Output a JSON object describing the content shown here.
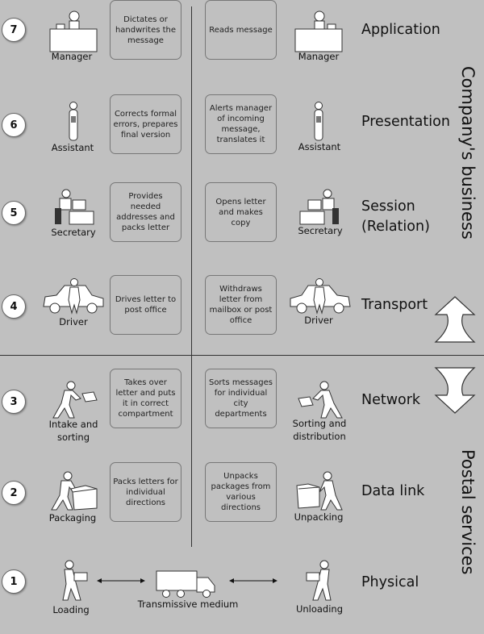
{
  "layers": [
    {
      "number": "7",
      "name": "Application",
      "left_box": "Dictates or handwrites the message",
      "right_box": "Reads message",
      "left_label": "Manager",
      "right_label": "Manager"
    },
    {
      "number": "6",
      "name": "Presentation",
      "left_box": "Corrects formal errors, prepares final version",
      "right_box": "Alerts manager of incoming message, translates it",
      "left_label": "Assistant",
      "right_label": "Assistant"
    },
    {
      "number": "5",
      "name_line1": "Session",
      "name_line2": "(Relation)",
      "left_box": "Provides needed addresses and packs letter",
      "right_box": "Opens letter and makes copy",
      "left_label": "Secretary",
      "right_label": "Secretary"
    },
    {
      "number": "4",
      "name": "Transport",
      "left_box": "Drives letter to post office",
      "right_box": "Withdraws letter from mailbox or post office",
      "left_label": "Driver",
      "right_label": "Driver"
    },
    {
      "number": "3",
      "name": "Network",
      "left_box": "Takes over letter and puts it in correct compartment",
      "right_box": "Sorts messages for individual city departments",
      "left_label_line1": "Intake and",
      "left_label_line2": "sorting",
      "right_label_line1": "Sorting and",
      "right_label_line2": "distribution"
    },
    {
      "number": "2",
      "name": "Data link",
      "left_box": "Packs letters for individual directions",
      "right_box": "Unpacks packages from various directions",
      "left_label": "Packaging",
      "right_label": "Unpacking"
    },
    {
      "number": "1",
      "name": "Physical",
      "left_label": "Loading",
      "center_label": "Transmissive medium",
      "right_label": "Unloading"
    }
  ],
  "side_labels": {
    "upper": "Company's business",
    "lower": "Postal services"
  },
  "icons": [
    "desk-phone-icon",
    "standing-person-icon",
    "computer-desk-icon",
    "car-icon",
    "person-with-box-icon",
    "box-icon",
    "truck-icon",
    "double-arrow-icon",
    "up-arrow-icon",
    "down-arrow-icon"
  ]
}
